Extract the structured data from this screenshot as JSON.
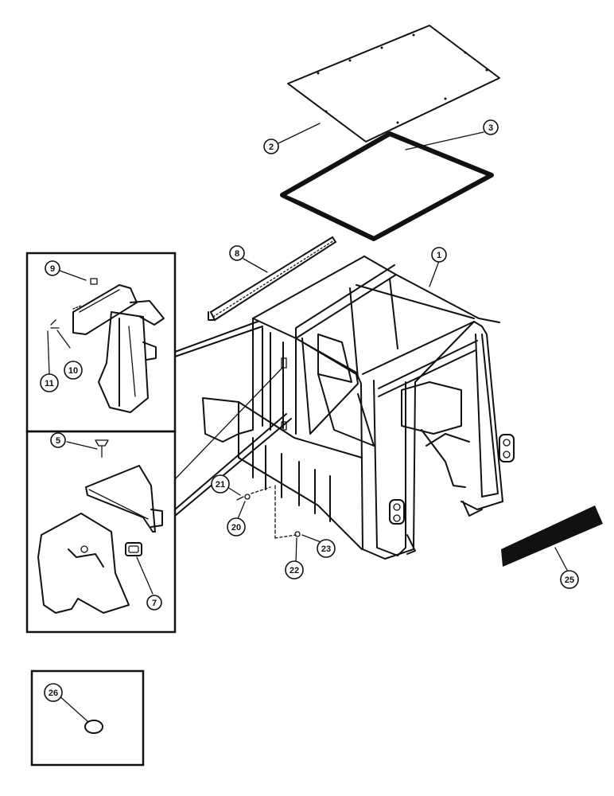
{
  "colors": {
    "ink": "#111111",
    "paper": "#ffffff"
  },
  "callouts": {
    "c1": "1",
    "c2": "2",
    "c3": "3",
    "c5": "5",
    "c7": "7",
    "c8": "8",
    "c9": "9",
    "c10": "10",
    "c11": "11",
    "c20": "20",
    "c21": "21",
    "c22": "22",
    "c23": "23",
    "c25": "25",
    "c26": "26"
  }
}
